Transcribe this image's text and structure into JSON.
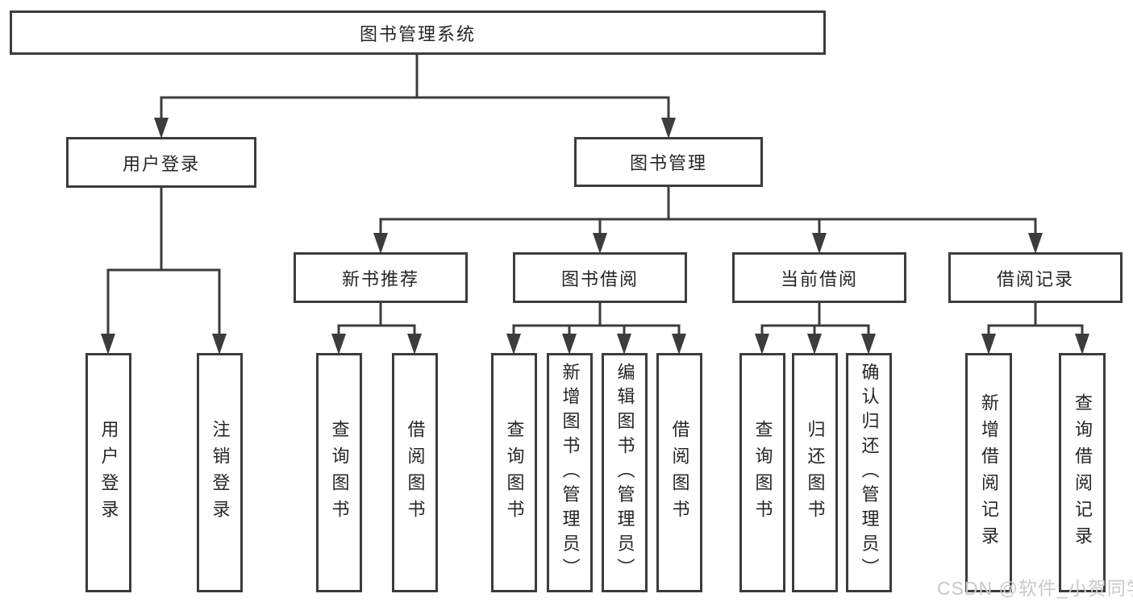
{
  "diagram": {
    "title": "图书管理系统",
    "branches": [
      {
        "label": "用户登录",
        "children": [
          {
            "label": "用户登录"
          },
          {
            "label": "注销登录"
          }
        ]
      },
      {
        "label": "图书管理",
        "children": [
          {
            "label": "新书推荐",
            "children": [
              {
                "label": "查询图书"
              },
              {
                "label": "借阅图书"
              }
            ]
          },
          {
            "label": "图书借阅",
            "children": [
              {
                "label": "查询图书"
              },
              {
                "label": "新增图书（管理员）"
              },
              {
                "label": "编辑图书（管理员）"
              },
              {
                "label": "借阅图书"
              }
            ]
          },
          {
            "label": "当前借阅",
            "children": [
              {
                "label": "查询图书"
              },
              {
                "label": "归还图书"
              },
              {
                "label": "确认归还（管理员）"
              }
            ]
          },
          {
            "label": "借阅记录",
            "children": [
              {
                "label": "新增借阅记录"
              },
              {
                "label": "查询借阅记录"
              }
            ]
          }
        ]
      }
    ]
  },
  "watermark": "CSDN @软件_小贺同学",
  "colors": {
    "line": "#3c3c3c",
    "border": "#3c3c3c",
    "text": "#262626",
    "watermark": "#c9c9c9",
    "background": "#ffffff"
  }
}
